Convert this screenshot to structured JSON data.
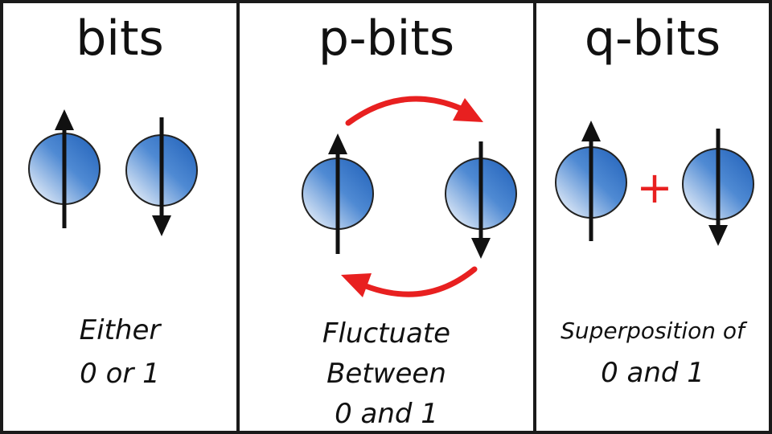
{
  "panels": [
    {
      "title": "bits",
      "caption": [
        "Either",
        "0 or 1"
      ]
    },
    {
      "title": "p-bits",
      "caption": [
        "Fluctuate",
        "Between",
        "0 and 1"
      ]
    },
    {
      "title": "q-bits",
      "caption": [
        "Superposition of",
        "0 and 1"
      ]
    }
  ],
  "plus_sign": "+",
  "colors": {
    "sphere_blue": "#2a6fc4",
    "arrow_red": "#e82020",
    "ink": "#111111"
  },
  "icons": [
    "spin-up-icon",
    "spin-down-icon",
    "fluctuation-arrow-icon",
    "plus-icon"
  ]
}
